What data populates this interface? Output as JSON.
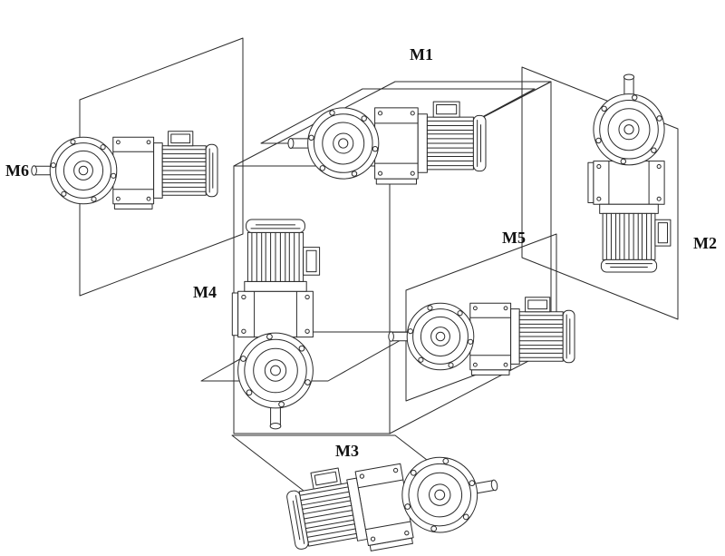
{
  "labels": {
    "m1": "M1",
    "m2": "M2",
    "m3": "M3",
    "m4": "M4",
    "m5": "M5",
    "m6": "M6"
  },
  "colors": {
    "line": "#2b2b2b",
    "label_text": "#111111",
    "background": "#ffffff"
  }
}
